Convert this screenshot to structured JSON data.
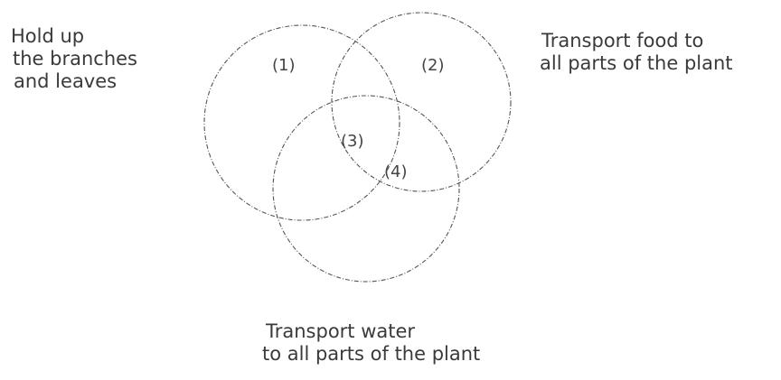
{
  "diagram": {
    "sets": [
      {
        "name": "Hold up the branches and leaves",
        "lines": [
          "Hold up",
          "the branches",
          "and leaves"
        ]
      },
      {
        "name": "Transport food to all parts of the plant",
        "lines": [
          "Transport food to",
          "all parts of the plant"
        ]
      },
      {
        "name": "Transport water to all parts of the plant",
        "lines": [
          "Transport water",
          "to all parts of the plant"
        ]
      }
    ],
    "regions": [
      {
        "id": "1",
        "label": "(1)"
      },
      {
        "id": "2",
        "label": "(2)"
      },
      {
        "id": "3",
        "label": "(3)"
      },
      {
        "id": "4",
        "label": "(4)"
      }
    ],
    "stroke_color": "#555555",
    "text_color": "#3a3a3a"
  }
}
